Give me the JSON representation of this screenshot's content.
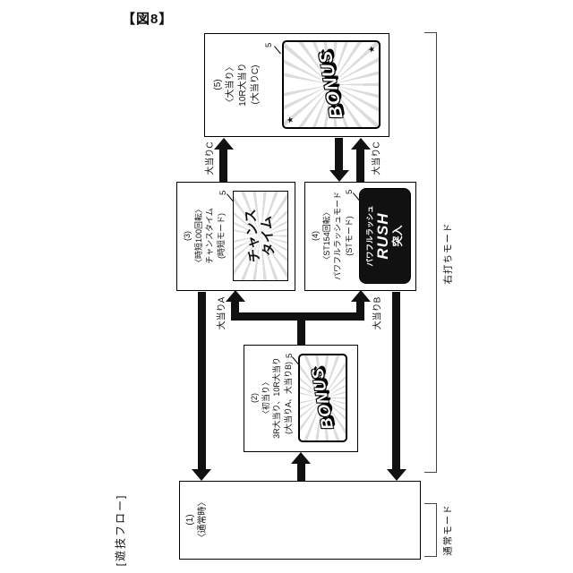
{
  "figure": {
    "number_label": "【図8】",
    "flow_label": "[遊技フロー]",
    "screen_ref": "5",
    "deco_star": "★"
  },
  "boxes": {
    "normal": {
      "lines": [
        "(1)",
        "〈通常時〉"
      ]
    },
    "first_hit": {
      "lines": [
        "(2)",
        "〈初当り〉",
        "3R大当り、10R大当り",
        "(大当りA、大当りB)"
      ],
      "banner_text": "BONUS"
    },
    "jitan": {
      "lines": [
        "(3)",
        "〈時短100回転〉",
        "チャンスタイム",
        "(時短モード)"
      ],
      "banner_line1": "チャンス",
      "banner_line2": "タイム"
    },
    "st": {
      "lines": [
        "(4)",
        "〈ST154回転〉",
        "パワフルラッシュモード",
        "(STモード)"
      ],
      "banner_line1": "パワフルラッシュ",
      "banner_line2": "RUSH",
      "banner_line3": "突入"
    },
    "oatari": {
      "lines": [
        "(5)",
        "〈大当り〉",
        "10R大当り",
        "(大当りC)"
      ],
      "banner_text": "BONUS"
    }
  },
  "arrows": {
    "label_a": "大当りA",
    "label_b": "大当りB",
    "label_c_left": "大当りC",
    "label_c_right": "大当りC"
  },
  "modes": {
    "right_hit": "右打ちモード",
    "normal": "通常モード"
  }
}
